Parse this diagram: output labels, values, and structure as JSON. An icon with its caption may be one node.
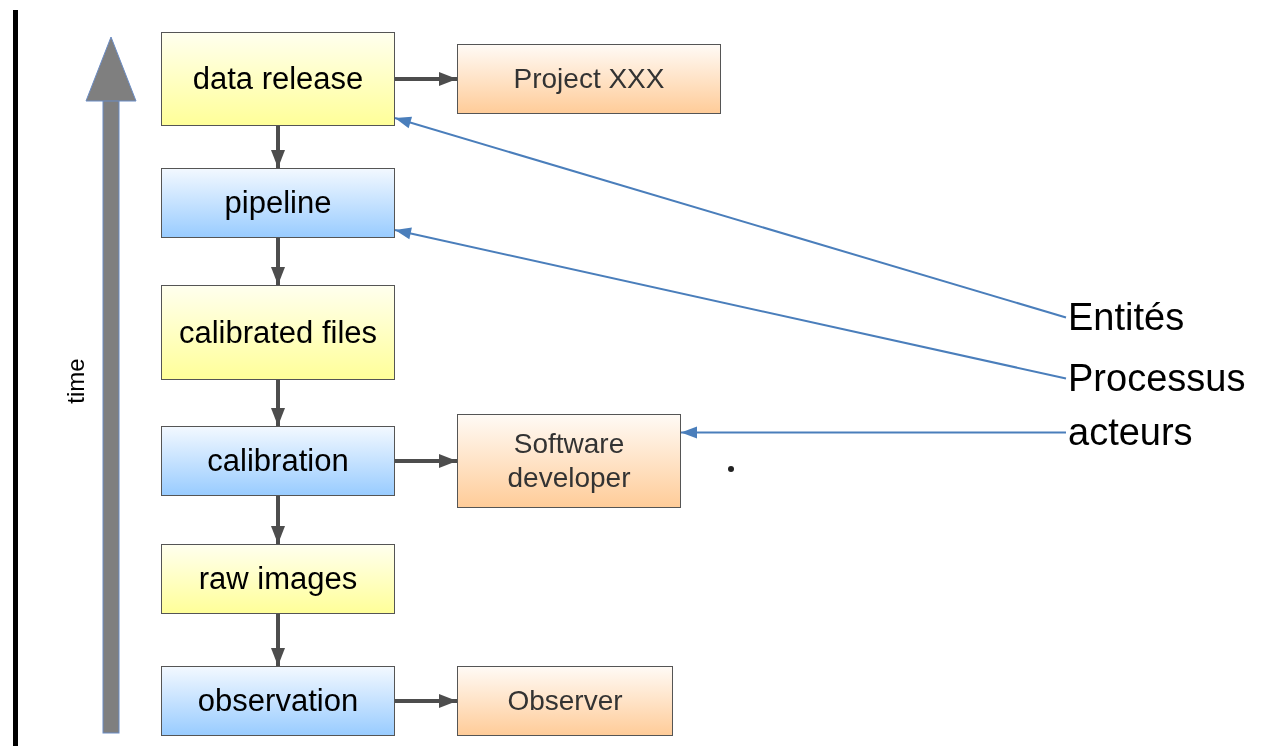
{
  "diagram": {
    "nodes": [
      {
        "text": [
          "data release"
        ]
      },
      {
        "text": [
          "Project XXX"
        ]
      },
      {
        "text": [
          "pipeline"
        ]
      },
      {
        "text": [
          "calibrated files"
        ]
      },
      {
        "text": [
          "calibration"
        ]
      },
      {
        "text": [
          "Software developer"
        ]
      },
      {
        "text": [
          "raw images"
        ]
      },
      {
        "text": [
          "observation"
        ]
      },
      {
        "text": [
          "Observer"
        ]
      },
      {
        "text": [
          "Entités"
        ]
      },
      {
        "text": [
          "Processus"
        ]
      },
      {
        "text": [
          "acteurs"
        ]
      }
    ],
    "edges": [
      {
        "from": 0,
        "to": 1,
        "arrow": "to"
      },
      {
        "from": 0,
        "to": 2,
        "arrow": "to"
      },
      {
        "from": 2,
        "to": 3,
        "arrow": "to"
      },
      {
        "from": 3,
        "to": 4,
        "arrow": "to"
      },
      {
        "from": 4,
        "to": 5,
        "arrow": "to"
      },
      {
        "from": 4,
        "to": 6,
        "arrow": "to"
      },
      {
        "from": 6,
        "to": 7,
        "arrow": "to"
      },
      {
        "from": 7,
        "to": 8,
        "arrow": "to"
      },
      {
        "from": 9,
        "to": 0,
        "arrow": "to",
        "color": "#4a7ebb"
      },
      {
        "from": 10,
        "to": 2,
        "arrow": "to",
        "color": "#4a7ebb"
      },
      {
        "from": 11,
        "to": 5,
        "arrow": "to",
        "color": "#4a7ebb"
      }
    ],
    "labels": [
      "time"
    ]
  }
}
